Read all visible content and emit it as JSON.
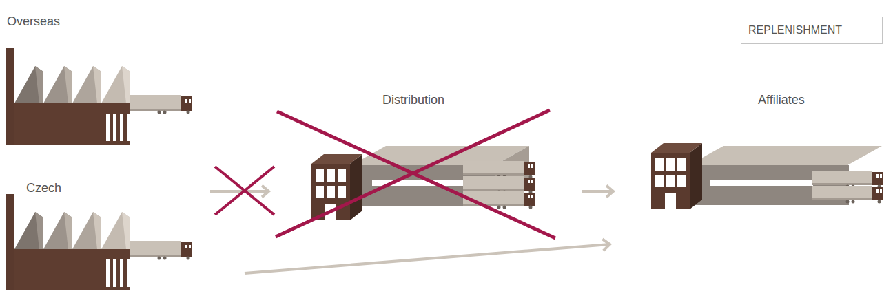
{
  "diagram": {
    "nodes": [
      {
        "text": [
          "Overseas"
        ]
      },
      {
        "text": [
          "REPLENISHMENT"
        ]
      },
      {
        "text": [
          "Distribution"
        ]
      },
      {
        "text": [
          "Affiliates"
        ]
      },
      {
        "text": [
          "Czech"
        ]
      }
    ],
    "edges": [
      {
        "from": 4,
        "to": 2,
        "arrow": "to"
      },
      {
        "from": 2,
        "to": 3,
        "arrow": "to"
      },
      {
        "from": 4,
        "to": 3,
        "arrow": "to"
      }
    ]
  }
}
